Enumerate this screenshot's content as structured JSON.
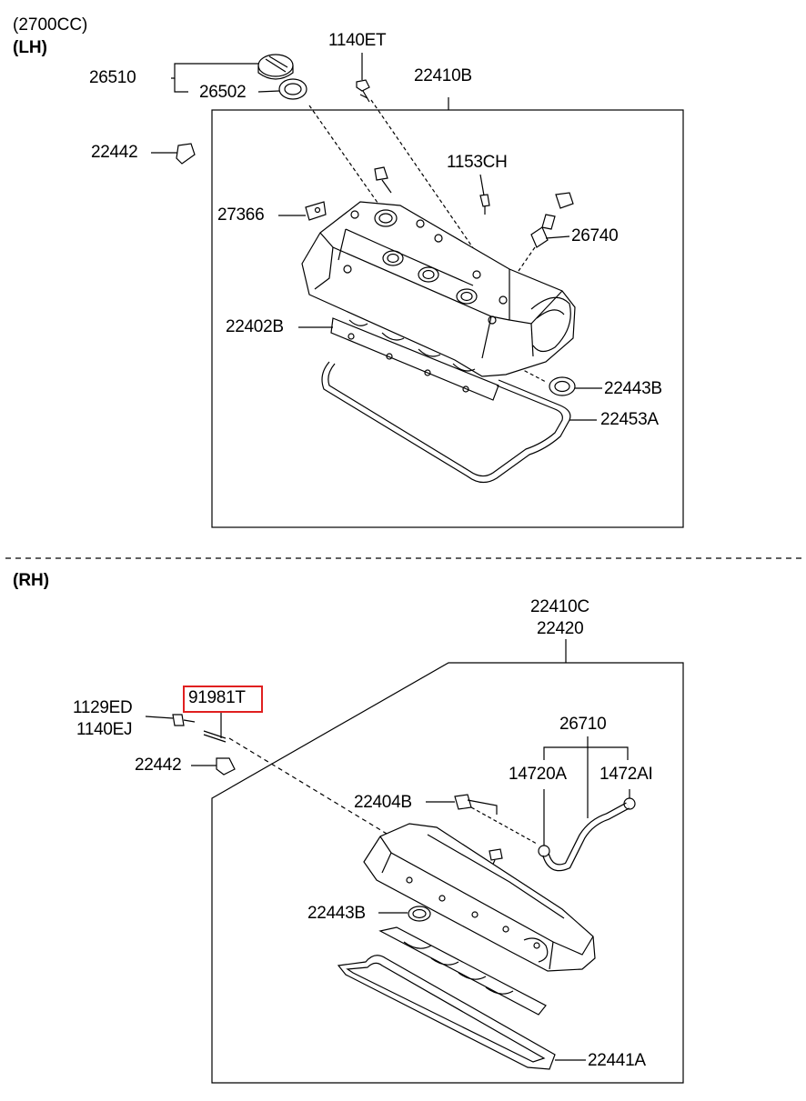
{
  "headers": {
    "engine": "(2700CC)",
    "lh": "(LH)",
    "rh": "(RH)"
  },
  "lh_labels": {
    "p26510": "26510",
    "p26502": "26502",
    "p1140et": "1140ET",
    "p22410b": "22410B",
    "p22442": "22442",
    "p1153ch": "1153CH",
    "p27366": "27366",
    "p26740": "26740",
    "p22402b": "22402B",
    "p22443b": "22443B",
    "p22453a": "22453A"
  },
  "rh_labels": {
    "p22410c": "22410C",
    "p22420": "22420",
    "p91981t": "91981T",
    "p1129ed": "1129ED",
    "p1140ej": "1140EJ",
    "p22442": "22442",
    "p26710": "26710",
    "p14720a": "14720A",
    "p1472ai": "1472AI",
    "p22404b": "22404B",
    "p22443b": "22443B",
    "p22441a": "22441A"
  },
  "highlight": {
    "part": "91981T",
    "color": "#e02020"
  }
}
